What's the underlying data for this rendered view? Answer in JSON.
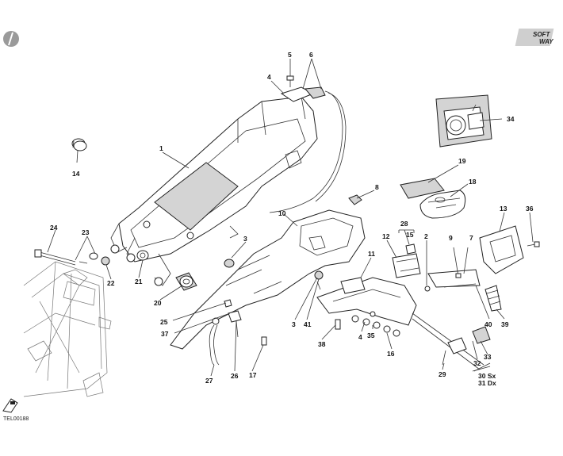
{
  "drawing_code": "TEL00188",
  "brand_logo_text": [
    "SOFT",
    "WAY"
  ],
  "labels": [
    {
      "id": "1",
      "text": "1"
    },
    {
      "id": "2",
      "text": "2"
    },
    {
      "id": "3a",
      "text": "3"
    },
    {
      "id": "3b",
      "text": "3"
    },
    {
      "id": "4a",
      "text": "4"
    },
    {
      "id": "4b",
      "text": "4"
    },
    {
      "id": "5",
      "text": "5"
    },
    {
      "id": "6",
      "text": "6"
    },
    {
      "id": "7",
      "text": "7"
    },
    {
      "id": "8",
      "text": "8"
    },
    {
      "id": "9",
      "text": "9"
    },
    {
      "id": "10",
      "text": "10"
    },
    {
      "id": "11",
      "text": "11"
    },
    {
      "id": "12",
      "text": "12"
    },
    {
      "id": "13",
      "text": "13"
    },
    {
      "id": "14",
      "text": "14"
    },
    {
      "id": "15",
      "text": "15"
    },
    {
      "id": "16",
      "text": "16"
    },
    {
      "id": "17",
      "text": "17"
    },
    {
      "id": "18",
      "text": "18"
    },
    {
      "id": "19",
      "text": "19"
    },
    {
      "id": "20",
      "text": "20"
    },
    {
      "id": "21",
      "text": "21"
    },
    {
      "id": "22",
      "text": "22"
    },
    {
      "id": "23",
      "text": "23"
    },
    {
      "id": "24",
      "text": "24"
    },
    {
      "id": "25",
      "text": "25"
    },
    {
      "id": "26",
      "text": "26"
    },
    {
      "id": "27",
      "text": "27"
    },
    {
      "id": "28",
      "text": "28"
    },
    {
      "id": "29",
      "text": "29"
    },
    {
      "id": "30",
      "text": "30 Sx"
    },
    {
      "id": "31",
      "text": "31 Dx"
    },
    {
      "id": "32",
      "text": "32"
    },
    {
      "id": "33",
      "text": "33"
    },
    {
      "id": "34",
      "text": "34"
    },
    {
      "id": "35",
      "text": "35"
    },
    {
      "id": "36",
      "text": "36"
    },
    {
      "id": "37",
      "text": "37"
    },
    {
      "id": "38",
      "text": "38"
    },
    {
      "id": "39",
      "text": "39"
    },
    {
      "id": "40",
      "text": "40"
    },
    {
      "id": "41",
      "text": "41"
    }
  ]
}
